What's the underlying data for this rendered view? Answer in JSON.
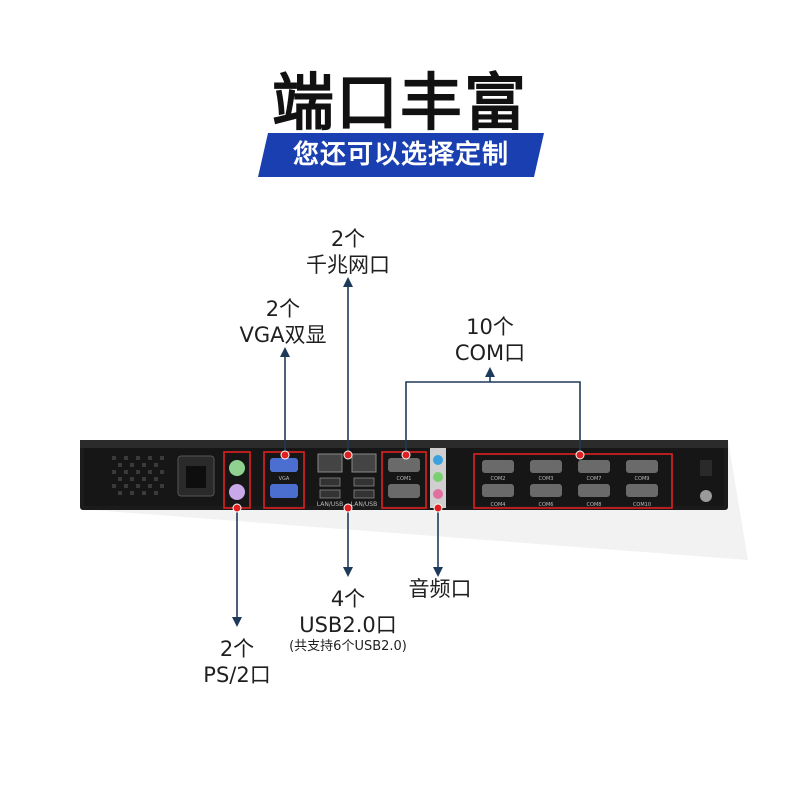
{
  "title": "端口丰富",
  "banner": {
    "text": "您还可以选择定制"
  },
  "callouts": {
    "lan": {
      "count": "2个",
      "name": "千兆网口"
    },
    "vga": {
      "count": "2个",
      "name": "VGA双显"
    },
    "com": {
      "count": "10个",
      "name": "COM口"
    },
    "usb": {
      "count": "4个",
      "name": "USB2.0口",
      "note": "(共支持6个USB2.0)"
    },
    "audio": {
      "name": "音频口"
    },
    "ps2": {
      "count": "2个",
      "name": "PS/2口"
    }
  },
  "panel_labels": {
    "vga": "VGA",
    "lan_usb_left": "LAN/USB",
    "lan_usb_right": "LAN/USB",
    "com1": "COM1",
    "com_top": [
      "COM2",
      "COM3",
      "COM7",
      "COM9"
    ],
    "com_bottom": [
      "COM4",
      "COM6",
      "COM8",
      "COM10"
    ]
  },
  "colors": {
    "banner_blue": "#1a3fb0",
    "highlight_red": "#e02020",
    "arrow_navy": "#1e3a5a",
    "chassis": "#1b1b1b"
  }
}
